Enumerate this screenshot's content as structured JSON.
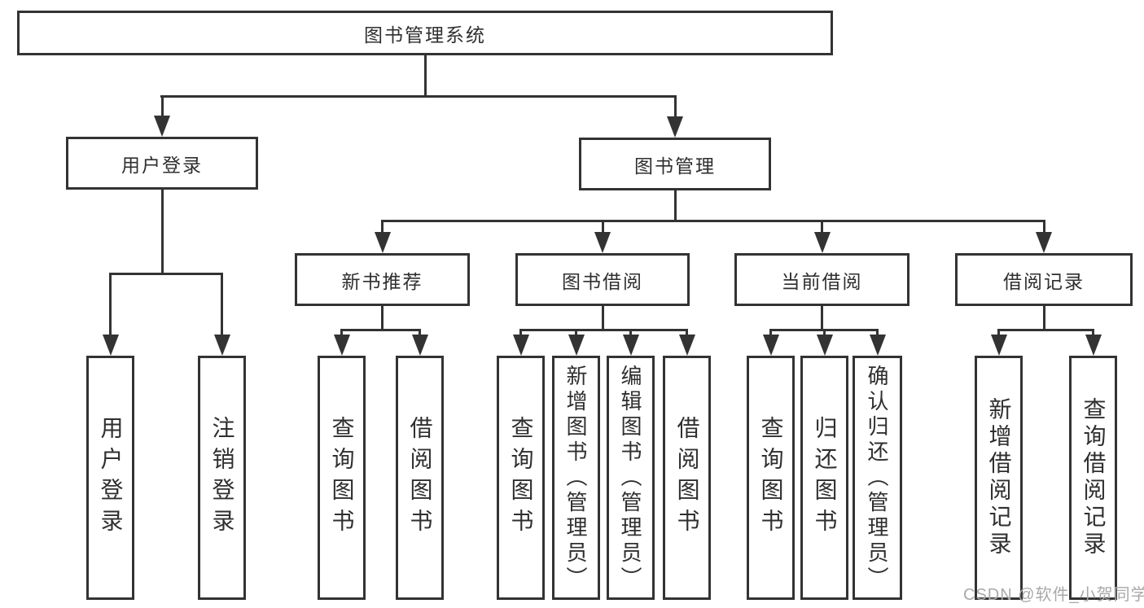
{
  "diagram": {
    "root": {
      "label": "图书管理系统"
    },
    "level2": [
      {
        "label": "用户登录"
      },
      {
        "label": "图书管理"
      }
    ],
    "level3": [
      {
        "label": "新书推荐"
      },
      {
        "label": "图书借阅"
      },
      {
        "label": "当前借阅"
      },
      {
        "label": "借阅记录"
      }
    ],
    "leaves": {
      "user_login": [
        "用户登录",
        "注销登录"
      ],
      "new_books": [
        "查询图书",
        "借阅图书"
      ],
      "book_borrow": [
        "查询图书",
        "新增图书（管理员）",
        "编辑图书（管理员）",
        "借阅图书"
      ],
      "current_borrow": [
        "查询图书",
        "归还图书",
        "确认归还（管理员）"
      ],
      "borrow_records": [
        "新增借阅记录",
        "查询借阅记录"
      ]
    },
    "watermark": "CSDN @软件_小贺同学",
    "colors": {
      "line": "#333333",
      "background": "#ffffff",
      "text": "#2f2f2f",
      "watermark": "#a9a9a9"
    }
  }
}
